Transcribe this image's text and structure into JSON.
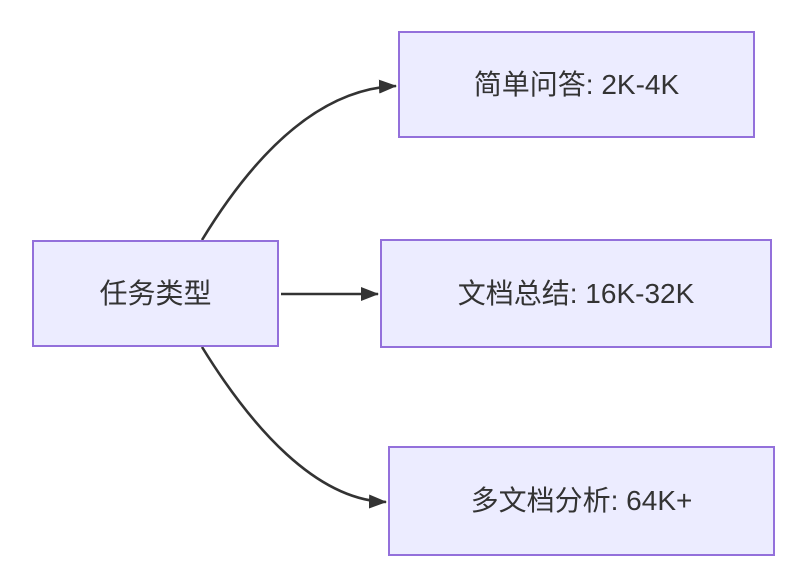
{
  "diagram": {
    "type": "flowchart",
    "direction": "left-to-right",
    "root": {
      "id": "task-type",
      "label": "任务类型"
    },
    "branches": [
      {
        "id": "simple-qa",
        "label": "简单问答: 2K-4K"
      },
      {
        "id": "doc-summary",
        "label": "文档总结: 16K-32K"
      },
      {
        "id": "multi-doc",
        "label": "多文档分析: 64K+"
      }
    ],
    "edges": [
      {
        "from": "task-type",
        "to": "simple-qa",
        "style": "curved",
        "arrowhead": "filled-triangle"
      },
      {
        "from": "task-type",
        "to": "doc-summary",
        "style": "straight",
        "arrowhead": "filled-triangle"
      },
      {
        "from": "task-type",
        "to": "multi-doc",
        "style": "curved",
        "arrowhead": "filled-triangle"
      }
    ],
    "colors": {
      "node_fill": "#ECECFF",
      "node_border": "#9370DB",
      "edge": "#333333",
      "text": "#333333",
      "background": "#FFFFFF"
    }
  }
}
